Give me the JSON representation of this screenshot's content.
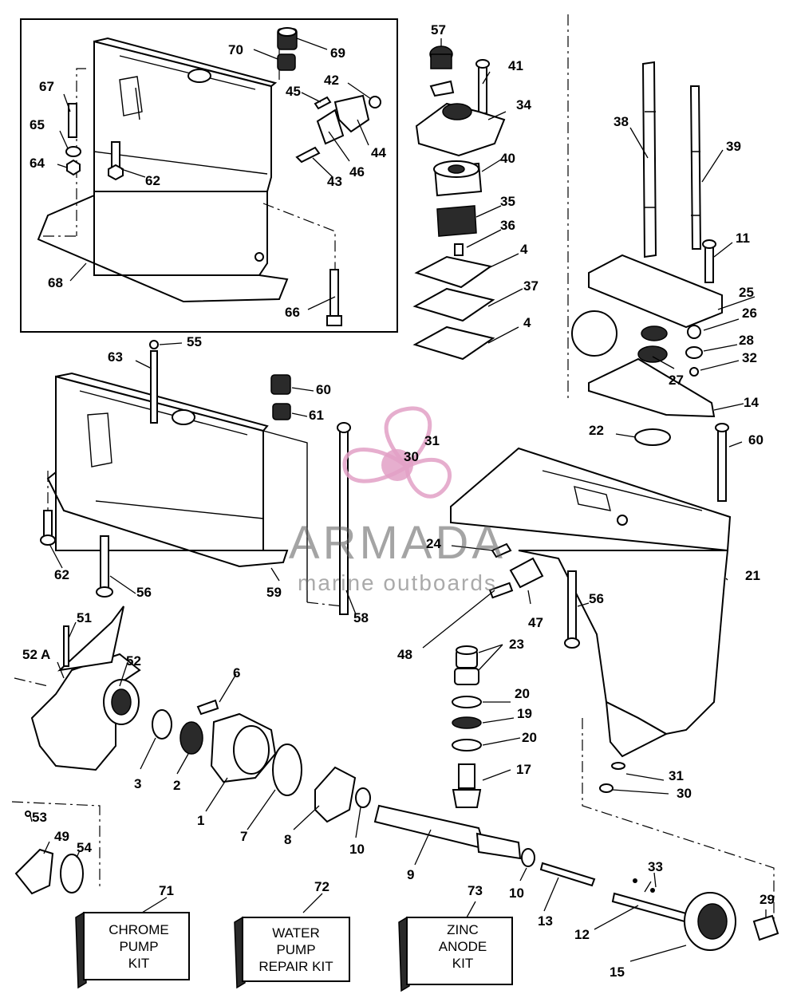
{
  "watermark": {
    "brand": "ARMADA",
    "tagline": "marine outboards",
    "accent_color": "#e2a0c6"
  },
  "kits": [
    {
      "number": "71",
      "lines": [
        "CHROME",
        "PUMP",
        "KIT"
      ]
    },
    {
      "number": "72",
      "lines": [
        "WATER",
        "PUMP",
        "REPAIR KIT"
      ]
    },
    {
      "number": "73",
      "lines": [
        "ZINC",
        "ANODE",
        "KIT"
      ]
    }
  ],
  "callouts": {
    "c57": "57",
    "c69": "69",
    "c70": "70",
    "c41": "41",
    "c34": "34",
    "c42": "42",
    "c45": "45",
    "c67": "67",
    "c65": "65",
    "c64": "64",
    "c62a": "62",
    "c43": "43",
    "c46": "46",
    "c44": "44",
    "c40": "40",
    "c35": "35",
    "c36": "36",
    "c4a": "4",
    "c37": "37",
    "c4b": "4",
    "c68": "68",
    "c66": "66",
    "c38": "38",
    "c39": "39",
    "c11": "11",
    "c25": "25",
    "c26": "26",
    "c28": "28",
    "c32": "32",
    "c27": "27",
    "c14": "14",
    "c55": "55",
    "c63": "63",
    "c60a": "60",
    "c61": "61",
    "c31a": "31",
    "c30a": "30",
    "c22": "22",
    "c60b": "60",
    "c24": "24",
    "c62b": "62",
    "c56a": "56",
    "c59": "59",
    "c58": "58",
    "c21": "21",
    "c47": "47",
    "c56b": "56",
    "c48": "48",
    "c23": "23",
    "c51": "51",
    "c52a": "52 A",
    "c52": "52",
    "c6": "6",
    "c20a": "20",
    "c19": "19",
    "c20b": "20",
    "c17": "17",
    "c3": "3",
    "c2": "2",
    "c1": "1",
    "c7": "7",
    "c8": "8",
    "c10a": "10",
    "c31b": "31",
    "c30b": "30",
    "c53": "53",
    "c49": "49",
    "c54": "54",
    "c9": "9",
    "c10b": "10",
    "c13": "13",
    "c33": "33",
    "c12": "12",
    "c29": "29",
    "c15": "15"
  }
}
